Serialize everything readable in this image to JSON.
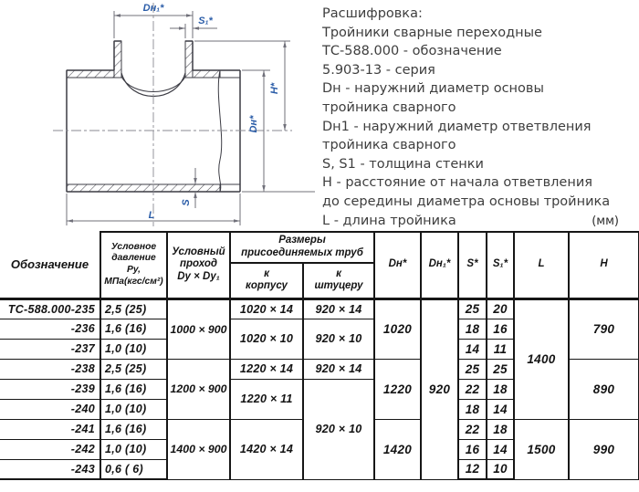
{
  "legend": {
    "lines": [
      "Расшифровка:",
      "Тройники сварные переходные",
      "ТС-588.000 - обозначение",
      "5.903-13 - серия",
      "Dн - наружний диаметр основы",
      "тройника сварного",
      "Dн1 - наружний диаметр ответвления",
      "тройника сварного",
      "S, S1 - толщина стенки",
      "Н - расстояние от начала ответвления",
      "до середины диаметра основы тройника",
      "L - длина тройника"
    ]
  },
  "units_label": "(мм)",
  "drawing": {
    "accent_color": "#2b5da8",
    "labels": {
      "dn1": "Dн₁*",
      "s1": "S₁*",
      "h": "H*",
      "dn": "Dн*",
      "s": "S",
      "l": "L"
    }
  },
  "table": {
    "headers": {
      "designation": "Обозначение",
      "pressure": [
        "Условное",
        "давление",
        "Ру,",
        "МПа(кгс/см²)"
      ],
      "bore": [
        "Условный",
        "проход",
        "Dу × Dу₁"
      ],
      "sizes": [
        "Размеры",
        "присоединяемых труб"
      ],
      "to_body": [
        "к",
        "корпусу"
      ],
      "to_branch": [
        "к",
        "штуцеру"
      ],
      "dn": "Dн*",
      "dn1": "Dн₁*",
      "s": "S*",
      "s1": "S₁*",
      "l": "L",
      "h": "H"
    },
    "cells": {
      "r235": {
        "name": "ТС-588.000-235",
        "p": "2,5 (25)",
        "bore": "1000 × 900",
        "body": "1020 × 14",
        "branch": "920 × 14",
        "dn": "1020",
        "dn1": "920",
        "s": "25",
        "s1": "20",
        "l": "1400",
        "h": "790"
      },
      "r236": {
        "name": "-236",
        "p": "1,6 (16)",
        "body": "1020 × 10",
        "branch": "920 × 10",
        "s": "18",
        "s1": "16"
      },
      "r237": {
        "name": "-237",
        "p": "1,0 (10)",
        "s": "14",
        "s1": "11"
      },
      "r238": {
        "name": "-238",
        "p": "2,5 (25)",
        "bore": "1200 × 900",
        "body": "1220 × 14",
        "branch": "920 × 14",
        "dn": "1220",
        "s": "25",
        "s1": "25",
        "h": "890"
      },
      "r239": {
        "name": "-239",
        "p": "1,6 (16)",
        "body": "1220 × 11",
        "branch": "920 × 10",
        "s": "22",
        "s1": "18"
      },
      "r240": {
        "name": "-240",
        "p": "1,0 (10)",
        "s": "18",
        "s1": "14"
      },
      "r241": {
        "name": "-241",
        "p": "1,6 (16)",
        "bore": "1400 × 900",
        "body": "1420 × 14",
        "dn": "1420",
        "s": "22",
        "s1": "18",
        "l": "1500",
        "h": "990"
      },
      "r242": {
        "name": "-242",
        "p": "1,0 (10)",
        "s": "16",
        "s1": "14"
      },
      "r243": {
        "name": "-243",
        "p": "0,6 ( 6)",
        "s": "12",
        "s1": "10"
      }
    }
  }
}
